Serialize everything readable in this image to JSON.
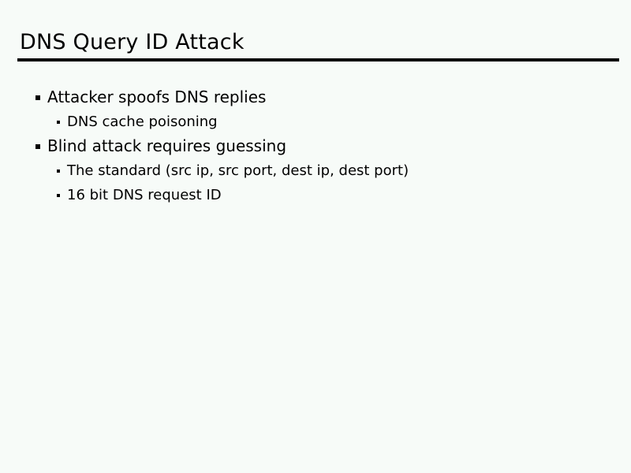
{
  "slide": {
    "title": "DNS Query ID Attack",
    "background_color": "#f7fbf8",
    "text_color": "#000000",
    "rule_color": "#000000",
    "bullets": [
      {
        "level": 1,
        "text": "Attacker spoofs DNS replies",
        "marker": "square-bullet"
      },
      {
        "level": 2,
        "text": "DNS cache poisoning",
        "marker": "square-bullet"
      },
      {
        "level": 1,
        "text": "Blind attack requires guessing",
        "marker": "square-bullet"
      },
      {
        "level": 2,
        "text": "The standard (src ip, src port, dest ip, dest port)",
        "marker": "square-bullet"
      },
      {
        "level": 2,
        "text": "16 bit DNS request ID",
        "marker": "square-bullet"
      }
    ]
  }
}
